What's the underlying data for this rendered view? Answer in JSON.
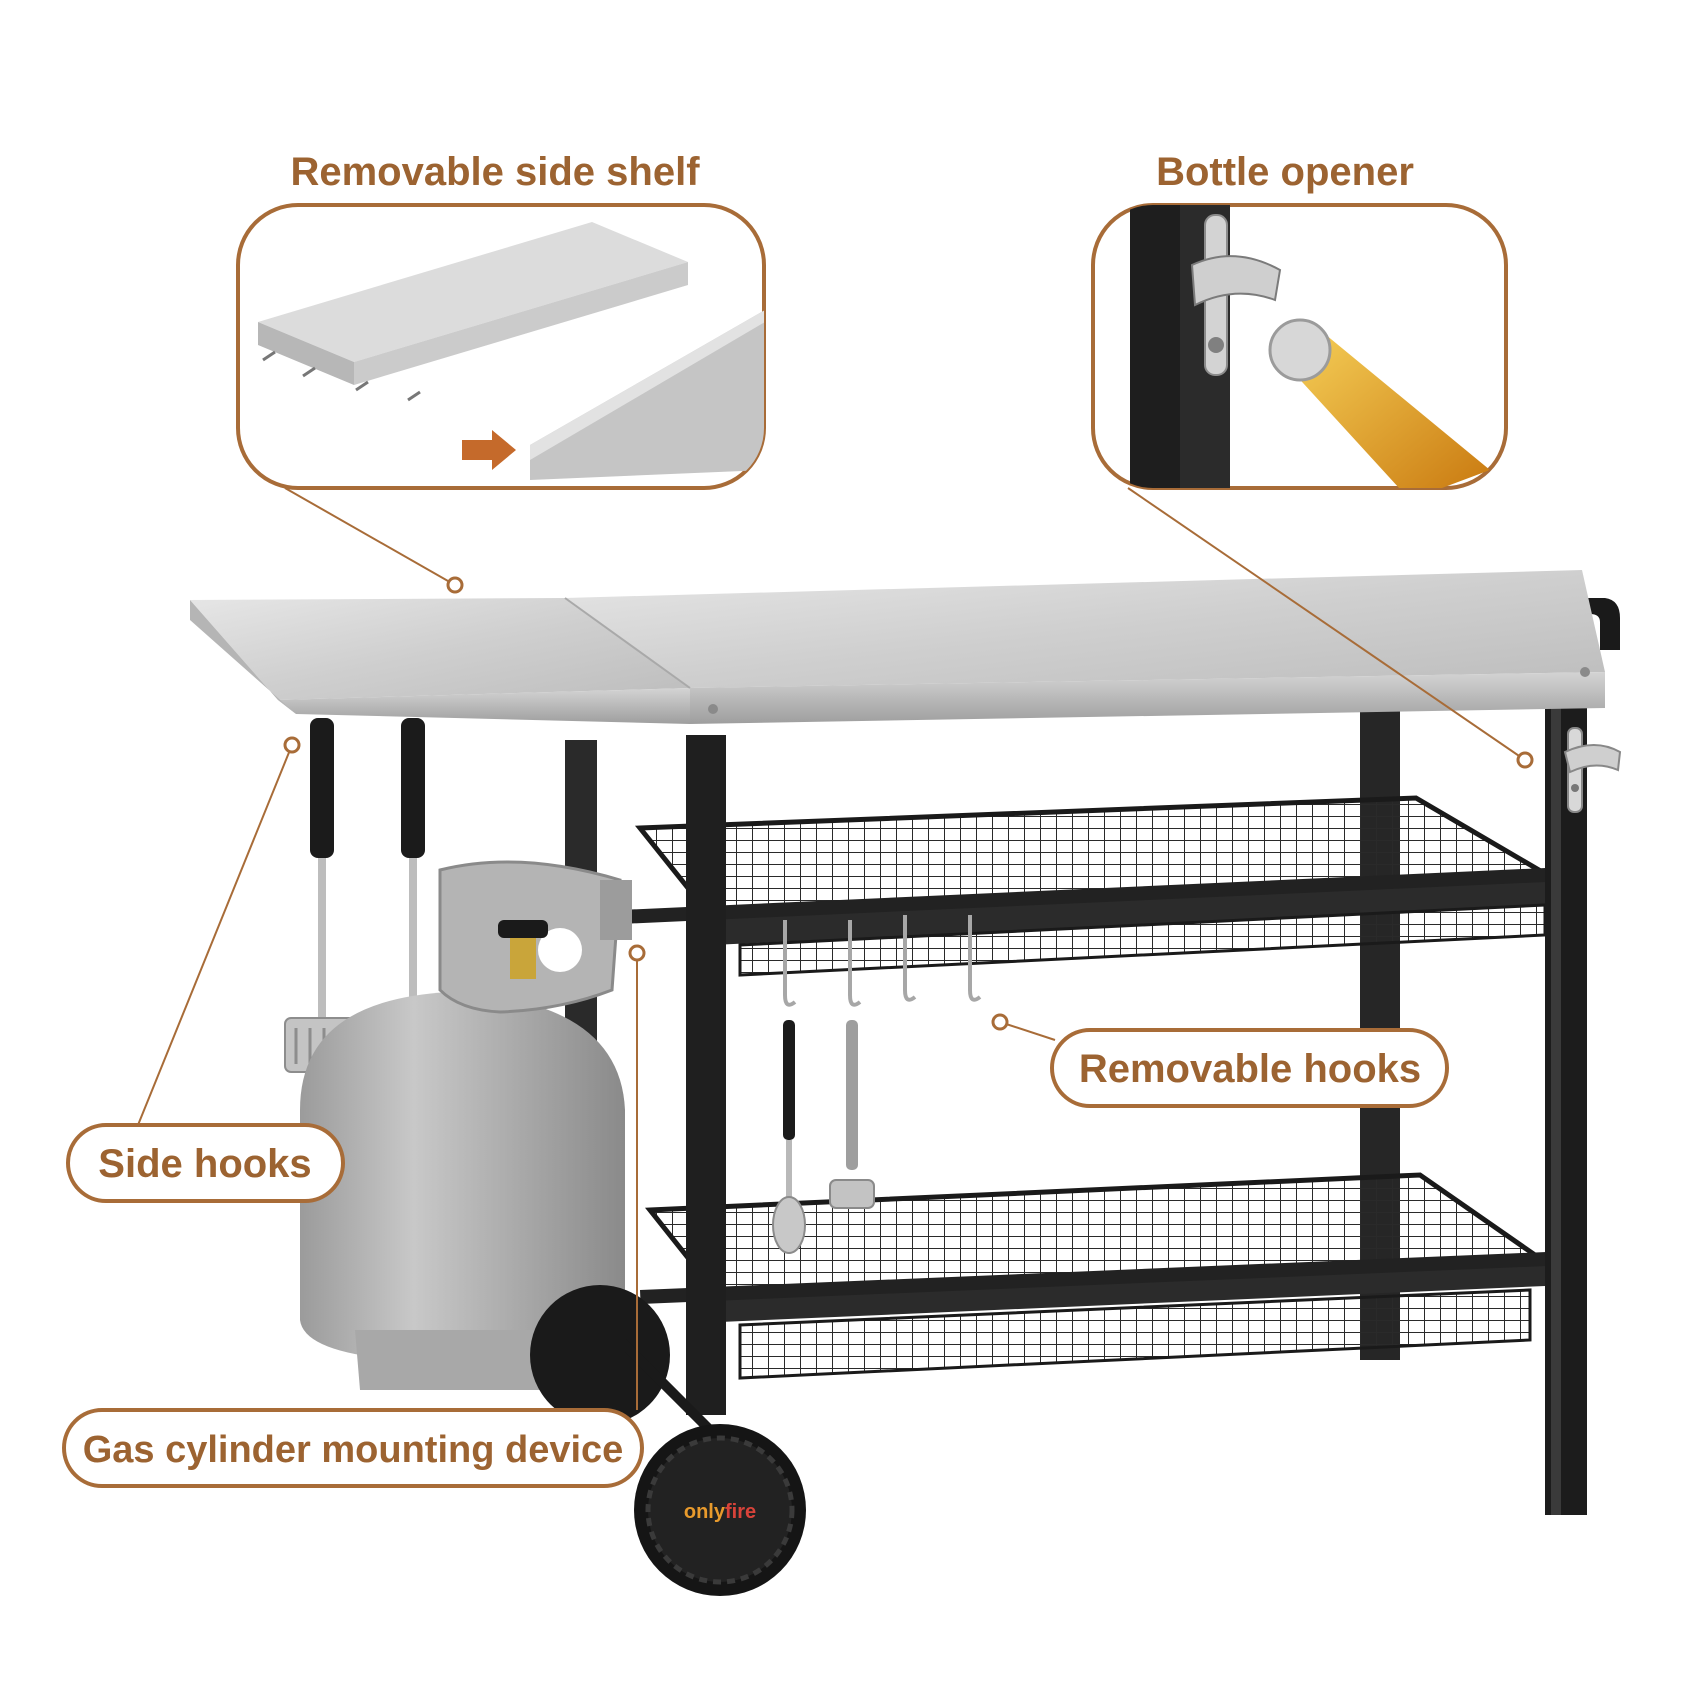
{
  "callouts": {
    "side_shelf": "Removable side shelf",
    "bottle_opener": "Bottle opener",
    "removable_hooks": "Removable hooks",
    "side_hooks": "Side hooks",
    "gas_cylinder": "Gas cylinder mounting device"
  },
  "brand": {
    "wheel_logo_prefix": "only",
    "wheel_logo_suffix": "fire"
  },
  "colors": {
    "accent": "#a86c38",
    "label_text": "#9c6331",
    "frame": "#1e1e1e",
    "steel": "#c9c9c9"
  }
}
